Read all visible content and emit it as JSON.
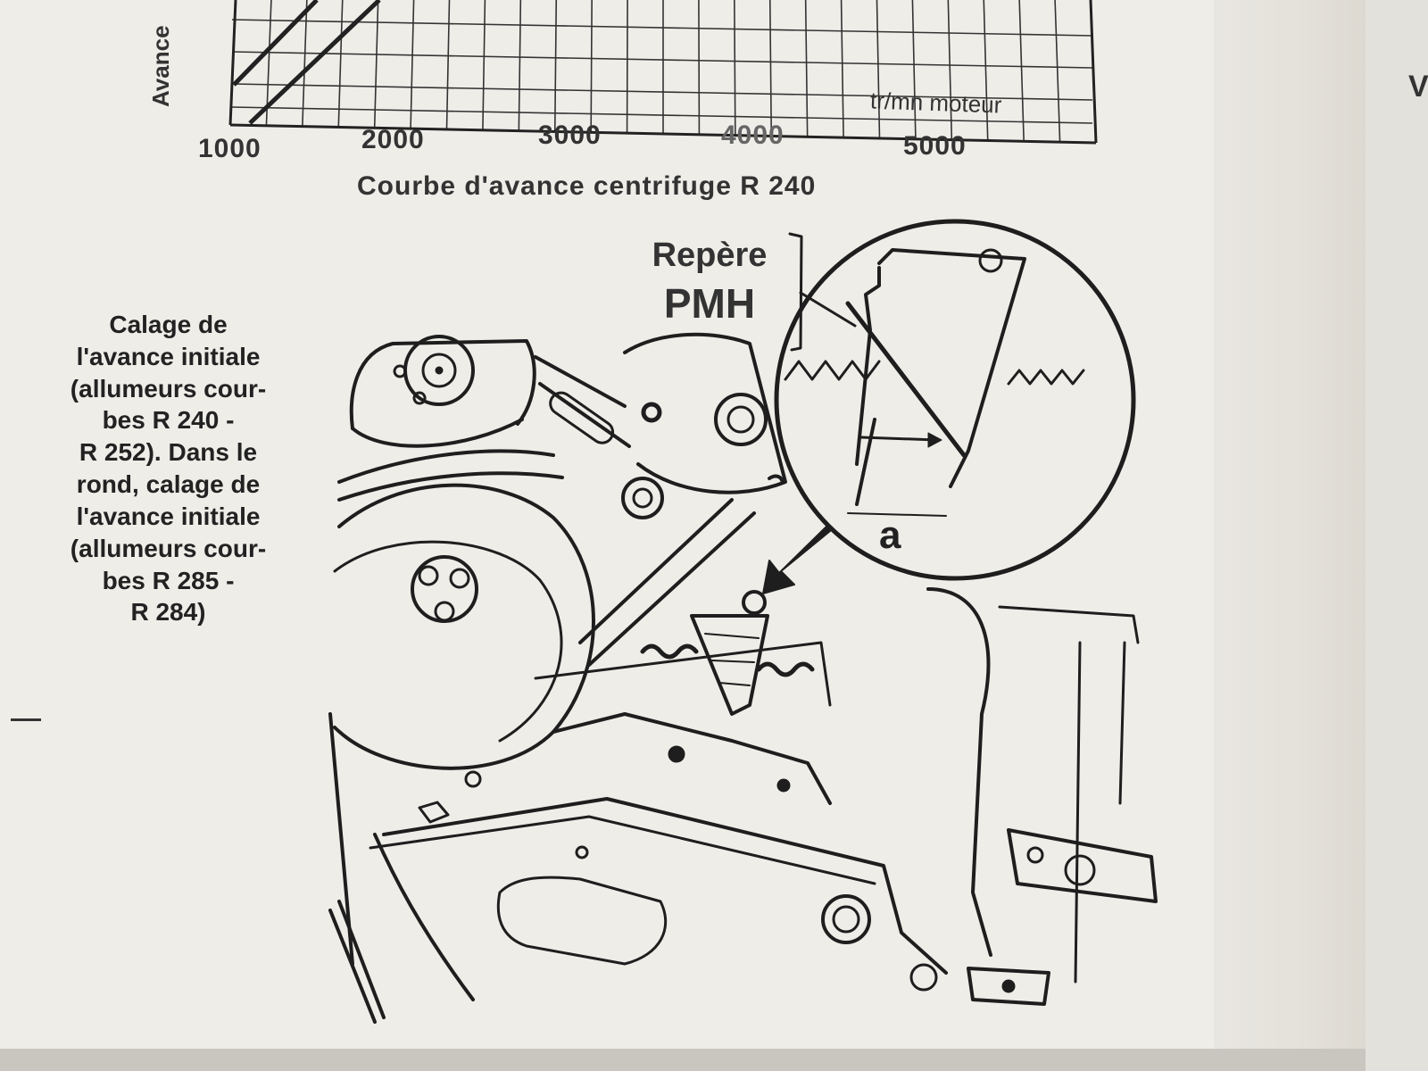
{
  "chart": {
    "ylabel": "Avance",
    "x_ticks": [
      "1000",
      "2000",
      "3000",
      "4000",
      "5000"
    ],
    "unit": "tr/mn moteur",
    "caption": "Courbe d'avance centrifuge R 240"
  },
  "illustration": {
    "repere_line1": "Repère",
    "repere_line2": "PMH",
    "dimension_label": "a"
  },
  "side_caption": {
    "lines": [
      "Calage de",
      "l'avance initiale",
      "(allumeurs cour-",
      "bes R 240 -",
      "R 252). Dans le",
      "rond, calage de",
      "l'avance initiale",
      "(allumeurs cour-",
      "bes R 285 -",
      "R 284)"
    ]
  },
  "right_page": {
    "letter": "V"
  }
}
